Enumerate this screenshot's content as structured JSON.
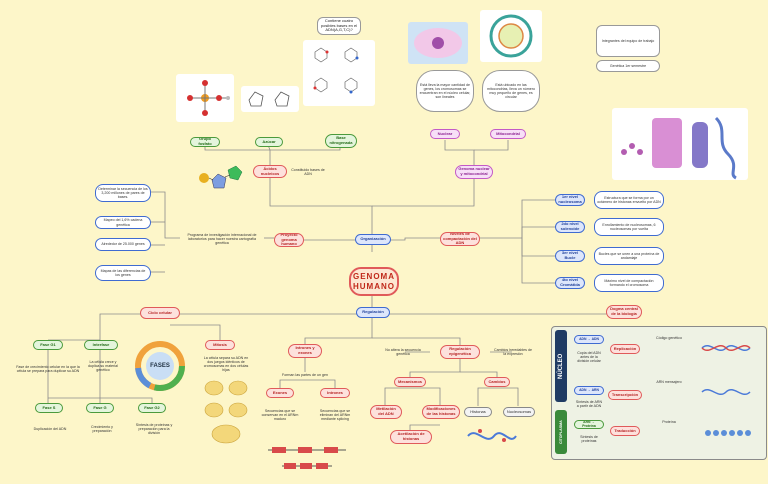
{
  "central": {
    "title": "GENOMA\nHUMANO"
  },
  "hubs": {
    "organizacion": "Organización",
    "regulacion": "Regulación"
  },
  "organizacion": {
    "acidos": "Ácidos nucleicos",
    "acidos_note": "Constituido bases de ADN",
    "grupo_fosfato": "Grupo fosfato",
    "azucar": "Azúcar",
    "base_nitrogenada": "Base nitrogenada",
    "question_box": "Contiene cuatro posibles bases en el ADN(A,G,T,C)?",
    "genoma_nuclear": "Genoma nuclear y mitocondrial",
    "nuclear": "Nuclear",
    "mitocondrial": "Mitocondrial",
    "nuclear_desc": "Está lleva la mayor cantidad de genes, los cromosomas se encuentran en el núcleo celular, son lineales",
    "mito_desc": "Está ubicado en las mitocondrias, lleva un número muy pequeño de genes, es circular",
    "proyecto": "Proyecto genoma humano",
    "proyecto_desc": "Programa de investigación internacional de laboratorios para hacer nuestra cartografía genética",
    "proyecto_items": [
      "Determinar la secuencia de los 3,200 millones de pares de bases.",
      "Mapeo del 1,6% cadena genética",
      "Alrededor de 25.000 genes",
      "Mapas de las diferencias de los genes"
    ],
    "niveles": "Niveles de compactación del ADN",
    "niveles_items": [
      {
        "label": "1er nivel nucleosoma",
        "desc": "Estructura que se forma por un octámero de histonas envuelto por ADN"
      },
      {
        "label": "2do nivel solenoide",
        "desc": "Enrollamiento de nucleosomas, 6 nucleosomas por vuelta"
      },
      {
        "label": "3er nivel Bucle",
        "desc": "Bucles que se unen a una proteína de andamiaje"
      },
      {
        "label": "4to nivel Cromátida",
        "desc": "Máximo nivel de compactación formando el cromosoma"
      }
    ],
    "credits": [
      "Integrantes del equipo de trabajo",
      "Genética 1er semestre"
    ]
  },
  "regulacion": {
    "ciclo": "Ciclo celular",
    "fase_g1": "Fase G1",
    "interfase": "Interfase",
    "mitosis": "Mitosis",
    "g1_desc": "Fase de crecimiento celular en la que la célula se prepara para duplicar su ADN",
    "inter_desc": "La célula crece y duplica su material genético",
    "mitosis_desc": "La célula separa su ADN en dos juegos idénticos de cromosomas en dos células hijas",
    "fase_s": "Fase S",
    "fase_g": "Fase G",
    "fase_g2": "Fase G2",
    "s_desc": "Duplicación del ADN",
    "g_desc": "Crecimiento y preparación",
    "g2_desc": "Síntesis de proteínas y preparación para la división",
    "fases_label": "FASES",
    "intrones": "Intrones y exones",
    "intrones_note": "Forman las partes de un gen",
    "exones": "Exones",
    "intrones2": "Intrones",
    "exones_desc": "Secuencias que se conservan en el ARNm maduro",
    "intrones_desc": "Secuencias que se eliminan del ARNm mediante splicing",
    "reg_epi": "Regulación epigenética",
    "no_altera": "No altera la secuencia genética",
    "cambios": "Cambios heredables de la expresión",
    "mecanismos": "Mecanismos",
    "cambios2": "Cambios",
    "metilacion": "Metilación del ADN",
    "modificaciones": "Modificaciones de las histonas",
    "acetilacion": "Acetilación de histonas",
    "histonas": "Histonas",
    "nucleosomas": "Nucleosomas",
    "dogma": "Dogma central de la biología",
    "nucleo": "NÚCLEO",
    "citoplasma": "CITOPLASMA",
    "replicacion": "Replicación",
    "transcripcion": "Transcripción",
    "traduccion": "Traducción",
    "adn_adn": "ADN → ADN",
    "adn_arn": "ADN → ARN",
    "arn_prot": "ARN → Proteína",
    "rep_desc": "Copia del ADN antes de la división celular",
    "trans_desc": "Síntesis de ARN a partir de ADN",
    "trad_desc": "Síntesis de proteínas",
    "codigo": "Código genético",
    "arn_mensajero": "ARN mensajero",
    "proteina": "Proteína"
  },
  "image_labels": {
    "fase_g": "Fase G"
  }
}
